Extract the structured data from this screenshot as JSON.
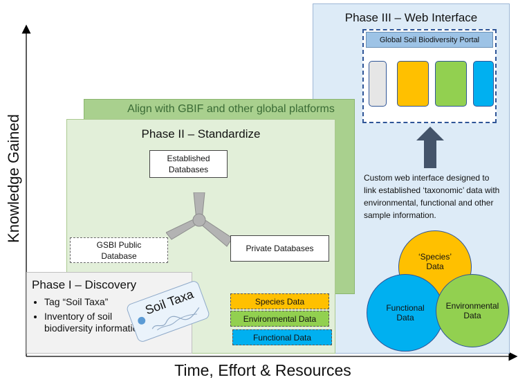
{
  "axes": {
    "x_label": "Time, Effort & Resources",
    "y_label": "Knowledge Gained"
  },
  "phase1": {
    "title": "Phase I – Discovery",
    "bullets": [
      "Tag “Soil Taxa”",
      "Inventory of soil biodiversity information"
    ]
  },
  "tag": {
    "label": "Soil Taxa"
  },
  "align_banner": {
    "label": "Align with GBIF and other global platforms"
  },
  "phase2": {
    "title": "Phase II – Standardize",
    "established": "Established Databases",
    "gsbi": "GSBI Public Database",
    "private": "Private Databases",
    "data_boxes": [
      {
        "label": "Species Data",
        "color": "#FFC000"
      },
      {
        "label": "Environmental Data",
        "color": "#92D050"
      },
      {
        "label": "Functional Data",
        "color": "#00B0F0"
      }
    ]
  },
  "phase3": {
    "title": "Phase III – Web Interface",
    "portal_title": "Global Soil Biodiversity Portal",
    "tile_colors": [
      "#E6E6E6",
      "#FFC000",
      "#92D050",
      "#00B0F0"
    ],
    "description": "Custom web interface designed to link established ‘taxonomic’ data with environmental, functional and other sample information.",
    "circles": [
      {
        "label": "‘Species’ Data",
        "color": "#FFC000"
      },
      {
        "label": "Functional Data",
        "color": "#00B0F0"
      },
      {
        "label": "Environmental Data",
        "color": "#92D050"
      }
    ]
  },
  "colors": {
    "phase2_fill": "#E2EFD9",
    "align_fill": "#A9D08E",
    "phase3_fill": "#DDEBF7",
    "arrow": "#44546A"
  }
}
